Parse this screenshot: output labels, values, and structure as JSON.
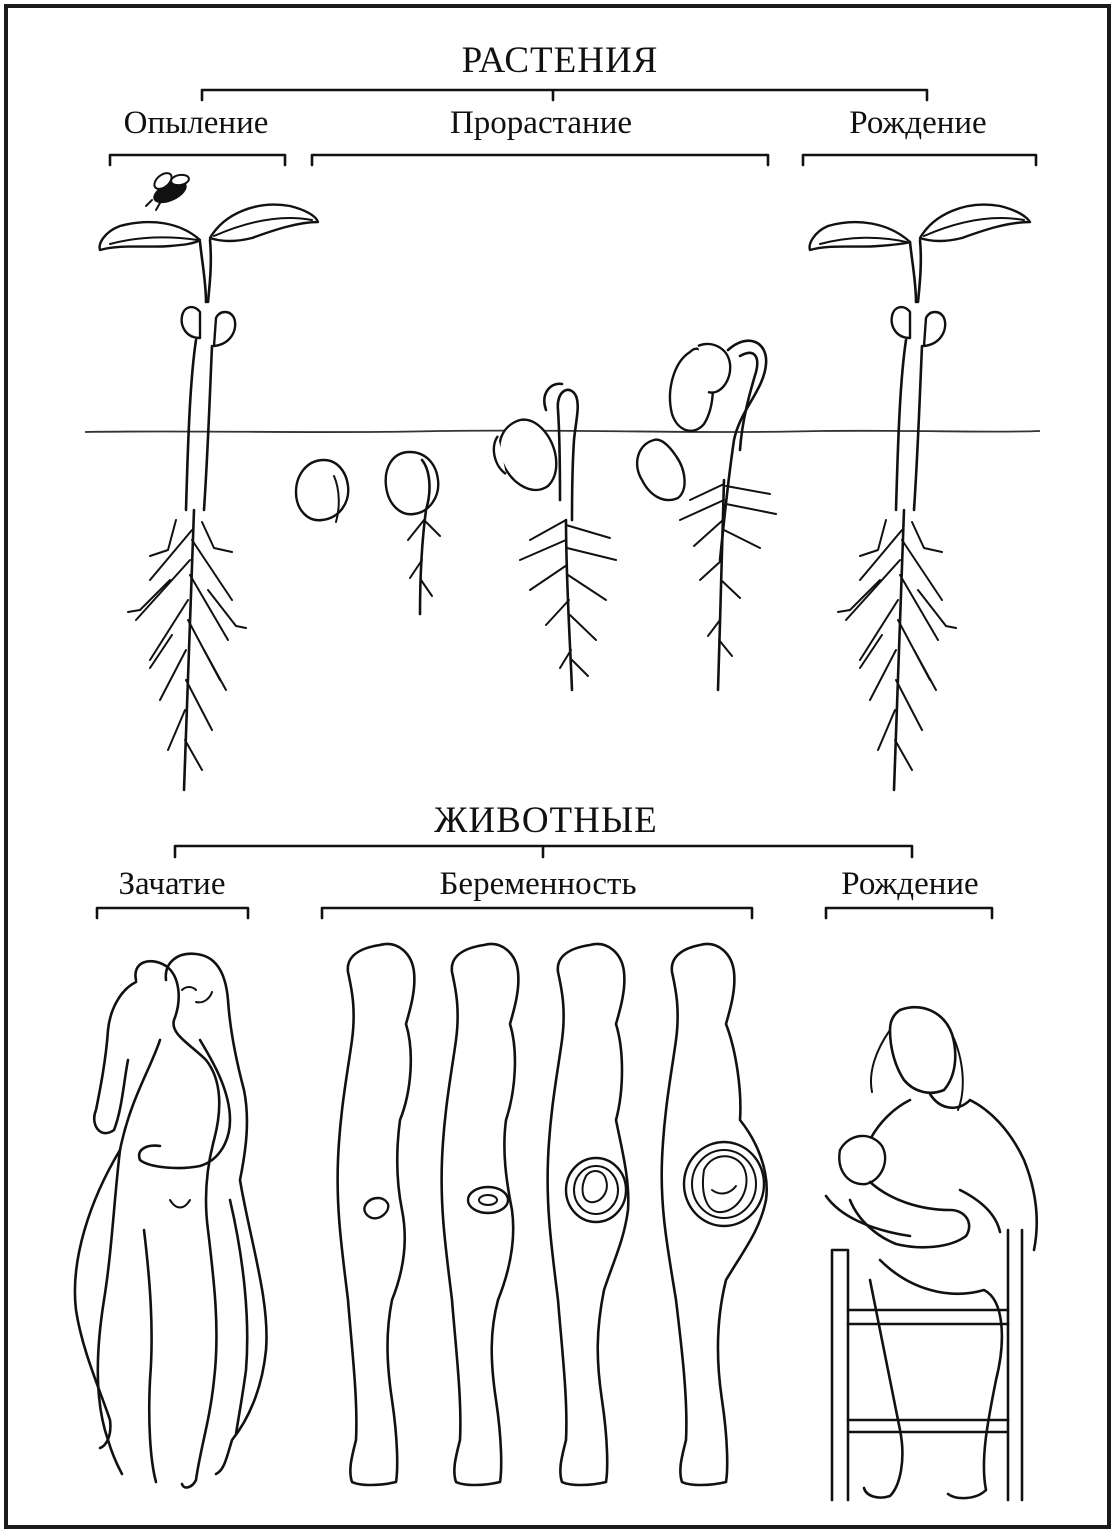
{
  "plants": {
    "title": "РАСТЕНИЯ",
    "stages": [
      "Опыление",
      "Прорастание",
      "Рождение"
    ]
  },
  "animals": {
    "title": "ЖИВОТНЫЕ",
    "stages": [
      "Зачатие",
      "Беременность",
      "Рождение"
    ]
  },
  "colors": {
    "ink": "#111111",
    "background": "#ffffff"
  }
}
